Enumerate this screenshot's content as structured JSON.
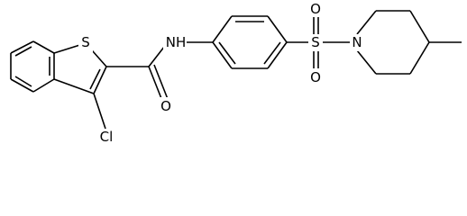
{
  "labels": {
    "sulfur_thiophene": "S",
    "amide_nh": "NH",
    "amide_oxygen": "O",
    "chlorine": "Cl",
    "sulfonyl_sulfur": "S",
    "sulfonyl_oxygen_top": "O",
    "sulfonyl_oxygen_bottom": "O",
    "piperidine_nitrogen": "N"
  },
  "colors": {
    "ink": "#000000",
    "background": "#ffffff"
  }
}
